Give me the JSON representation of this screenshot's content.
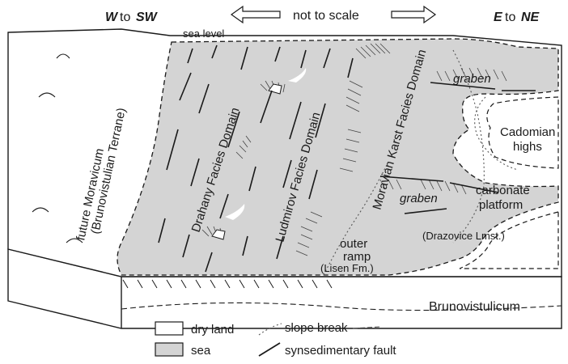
{
  "orientation": {
    "west_dir": "W",
    "west_suffix": "to",
    "west_end": "SW",
    "east_dir": "E",
    "east_suffix": "to",
    "east_end": "NE",
    "scale_note": "not to scale"
  },
  "labels": {
    "sea_level": "sea level",
    "moravicum_1": "future Moravicum",
    "moravicum_2": "(Brunovistulian Terrane)",
    "drahany": "Drahany Facies Domain",
    "ludmirov": "Ludmirov Facies Domain",
    "moravian_karst": "Moravian Karst Facies Domain",
    "graben_top": "graben",
    "graben_mid": "graben",
    "cadomian_1": "Cadomian",
    "cadomian_2": "highs",
    "carbonate_1": "carbonate",
    "carbonate_2": "platform",
    "carbonate_3": "(Drazovice Lmst.)",
    "outer_1": "outer",
    "outer_2": "ramp",
    "outer_3": "(Lisen Fm.)",
    "brunovistulicum": "Brunovistulicum"
  },
  "legend": {
    "dry_land": "dry land",
    "sea": "sea",
    "slope_break": "slope break",
    "fault": "synsedimentary fault"
  },
  "colors": {
    "sea_fill": "#d4d4d4",
    "land_fill": "#ffffff",
    "line": "#1a1a1a"
  }
}
